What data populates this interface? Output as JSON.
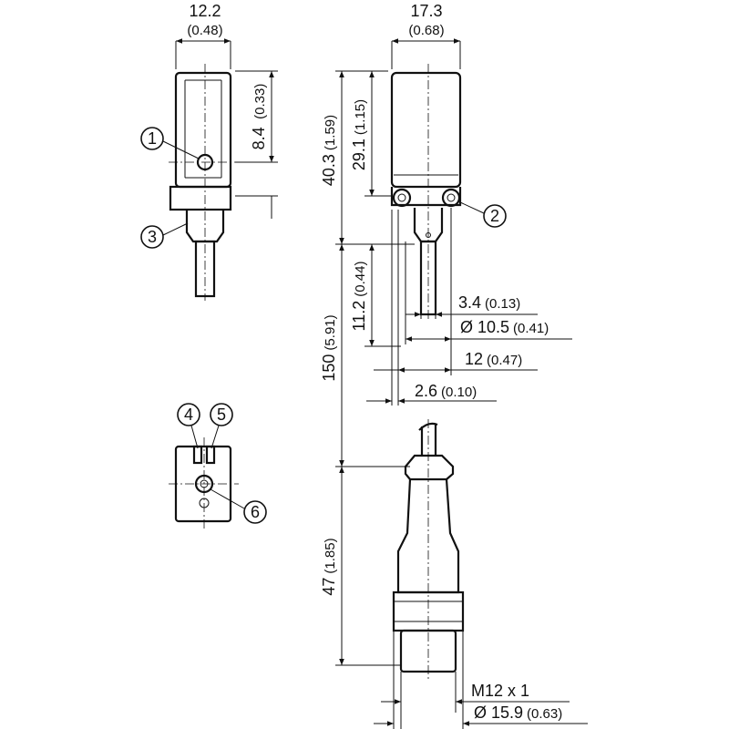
{
  "title": "Dimensional drawing",
  "dimensions": {
    "width_side": {
      "value": "12.2",
      "inch": "(0.48)"
    },
    "width_front": {
      "value": "17.3",
      "inch": "(0.68)"
    },
    "optical_axis": {
      "value": "8.4",
      "inch": "(0.33)"
    },
    "height_total": {
      "value": "40.3",
      "inch": "(1.59)"
    },
    "height_mount": {
      "value": "29.1",
      "inch": "(1.15)"
    },
    "connector_len": {
      "value": "11.2",
      "inch": "(0.44)"
    },
    "cable_len": {
      "value": "150",
      "inch": "(5.91)"
    },
    "plug_len": {
      "value": "47",
      "inch": "(1.85)"
    },
    "cable_dia": {
      "value": "3.4",
      "inch": "(0.13)"
    },
    "collar_dia": {
      "value": "Ø 10.5",
      "inch": "(0.41)"
    },
    "hole_dist": {
      "value": "12",
      "inch": "(0.47)"
    },
    "hole_dia": {
      "value": "2.6",
      "inch": "(0.10)"
    },
    "thread": {
      "value": "M12 x 1"
    },
    "plug_dia": {
      "value": "Ø 15.9",
      "inch": "(0.63)"
    }
  },
  "callouts": [
    "1",
    "2",
    "3",
    "4",
    "5",
    "6"
  ]
}
